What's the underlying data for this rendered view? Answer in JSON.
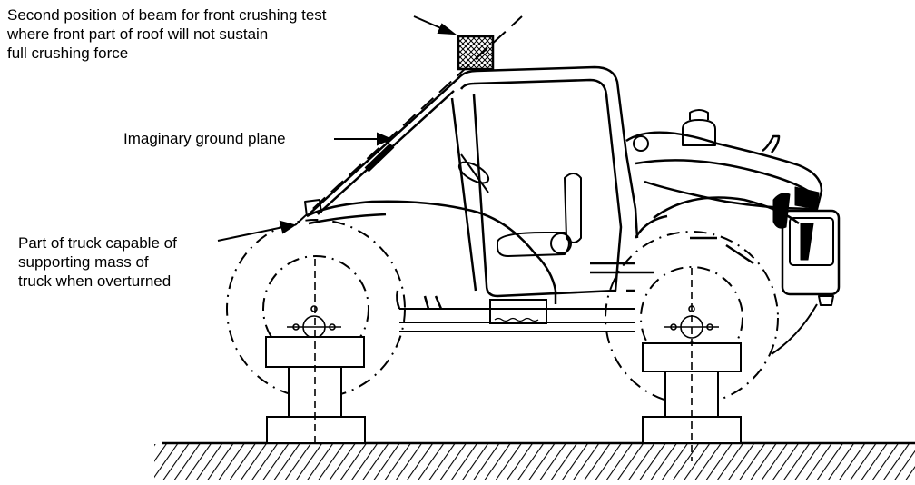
{
  "labels": {
    "beam_position": [
      "Second position of beam for front crushing test",
      "where front part of roof will not sustain",
      "full crushing force"
    ],
    "ground_plane": "Imaginary ground plane",
    "supporting_part": [
      "Part of truck capable of",
      "supporting mass of",
      "truck when overturned"
    ]
  },
  "colors": {
    "line": "#000000",
    "background": "#ffffff"
  }
}
